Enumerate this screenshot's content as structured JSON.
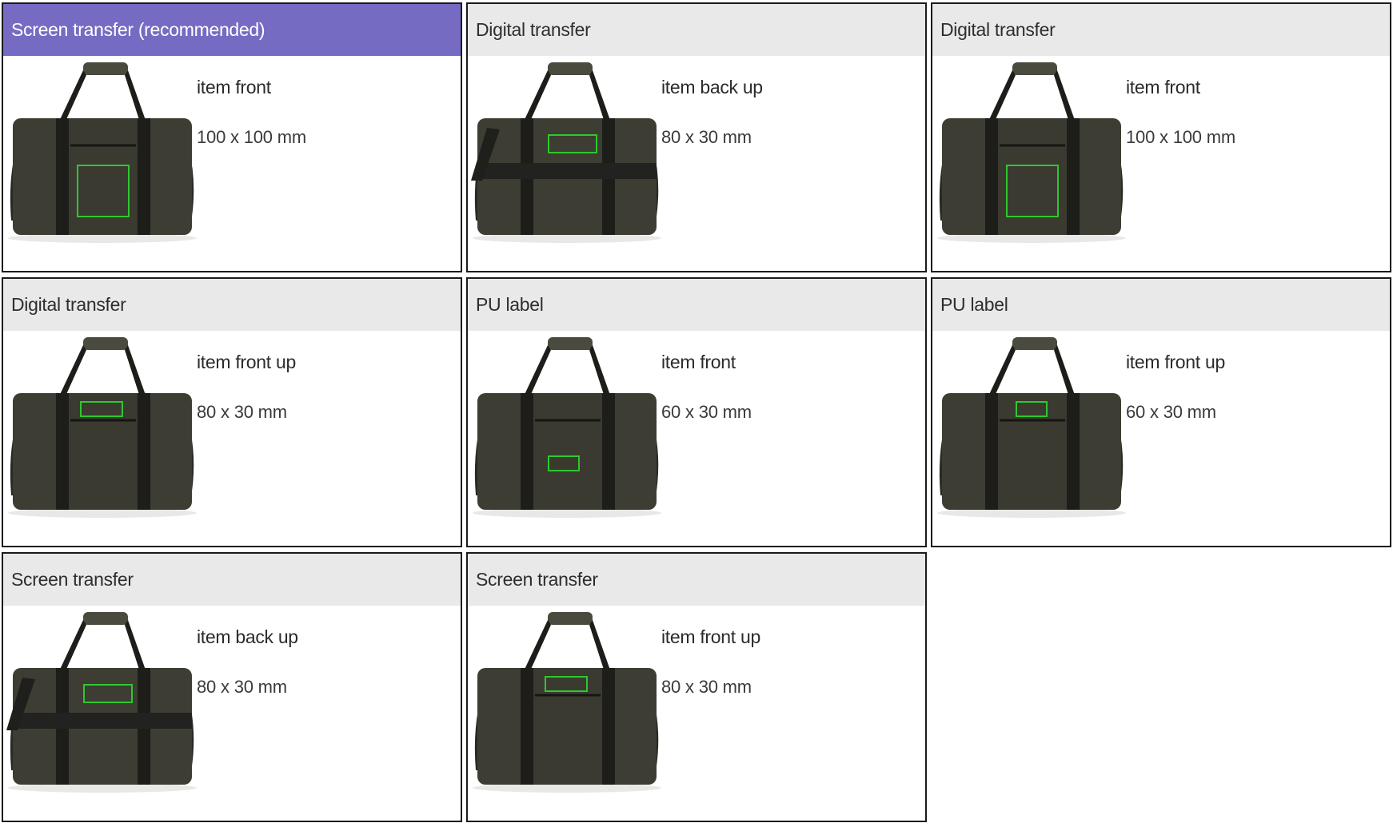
{
  "colors": {
    "recommended_header": "#766bc3",
    "header": "#e9e9e9",
    "print_area": "#2ec82e",
    "bag": "#3d3d33"
  },
  "options": [
    {
      "technique": "Screen transfer (recommended)",
      "position": "item front",
      "size": "100 x 100 mm",
      "recommended": true,
      "view": "front",
      "area": "front-pocket-large"
    },
    {
      "technique": "Digital transfer",
      "position": "item back up",
      "size": "80 x 30 mm",
      "recommended": false,
      "view": "back",
      "area": "back-up"
    },
    {
      "technique": "Digital transfer",
      "position": "item front",
      "size": "100 x 100 mm",
      "recommended": false,
      "view": "front",
      "area": "front-pocket-large"
    },
    {
      "technique": "Digital transfer",
      "position": "item front up",
      "size": "80 x 30 mm",
      "recommended": false,
      "view": "front",
      "area": "front-up"
    },
    {
      "technique": "PU label",
      "position": "item front",
      "size": "60 x 30 mm",
      "recommended": false,
      "view": "front",
      "area": "front-pocket-small"
    },
    {
      "technique": "PU label",
      "position": "item front up",
      "size": "60 x 30 mm",
      "recommended": false,
      "view": "front",
      "area": "front-up-small"
    },
    {
      "technique": "Screen transfer",
      "position": "item back up",
      "size": "80 x 30 mm",
      "recommended": false,
      "view": "back",
      "area": "back-up"
    },
    {
      "technique": "Screen transfer",
      "position": "item front up",
      "size": "80 x 30 mm",
      "recommended": false,
      "view": "front",
      "area": "front-up"
    }
  ]
}
